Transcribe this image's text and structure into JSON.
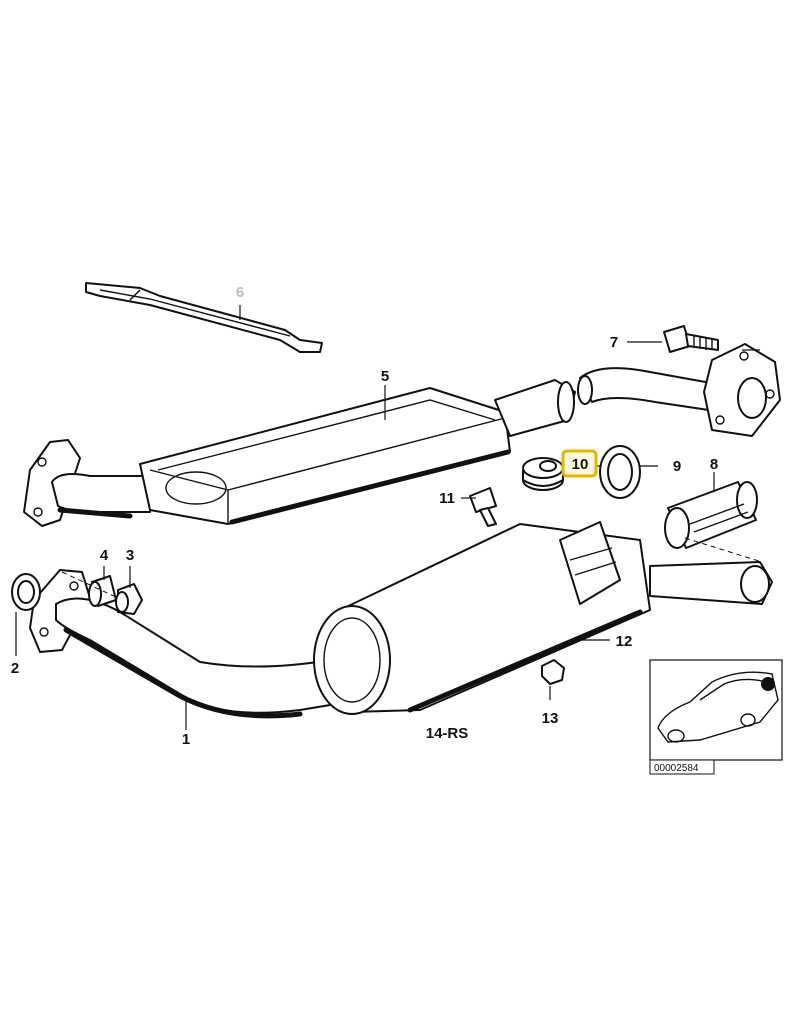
{
  "diagram": {
    "variant_label": "14-RS",
    "ref_number": "00002584",
    "highlight_color": "#e8b400",
    "parts": {
      "p1": "1",
      "p2": "2",
      "p3": "3",
      "p4": "4",
      "p5": "5",
      "p6": "6",
      "p7": "7",
      "p8": "8",
      "p9": "9",
      "p10": "10",
      "p11": "11",
      "p12": "12",
      "p13": "13"
    },
    "highlighted_part": "10",
    "dimmed_part": "6"
  }
}
